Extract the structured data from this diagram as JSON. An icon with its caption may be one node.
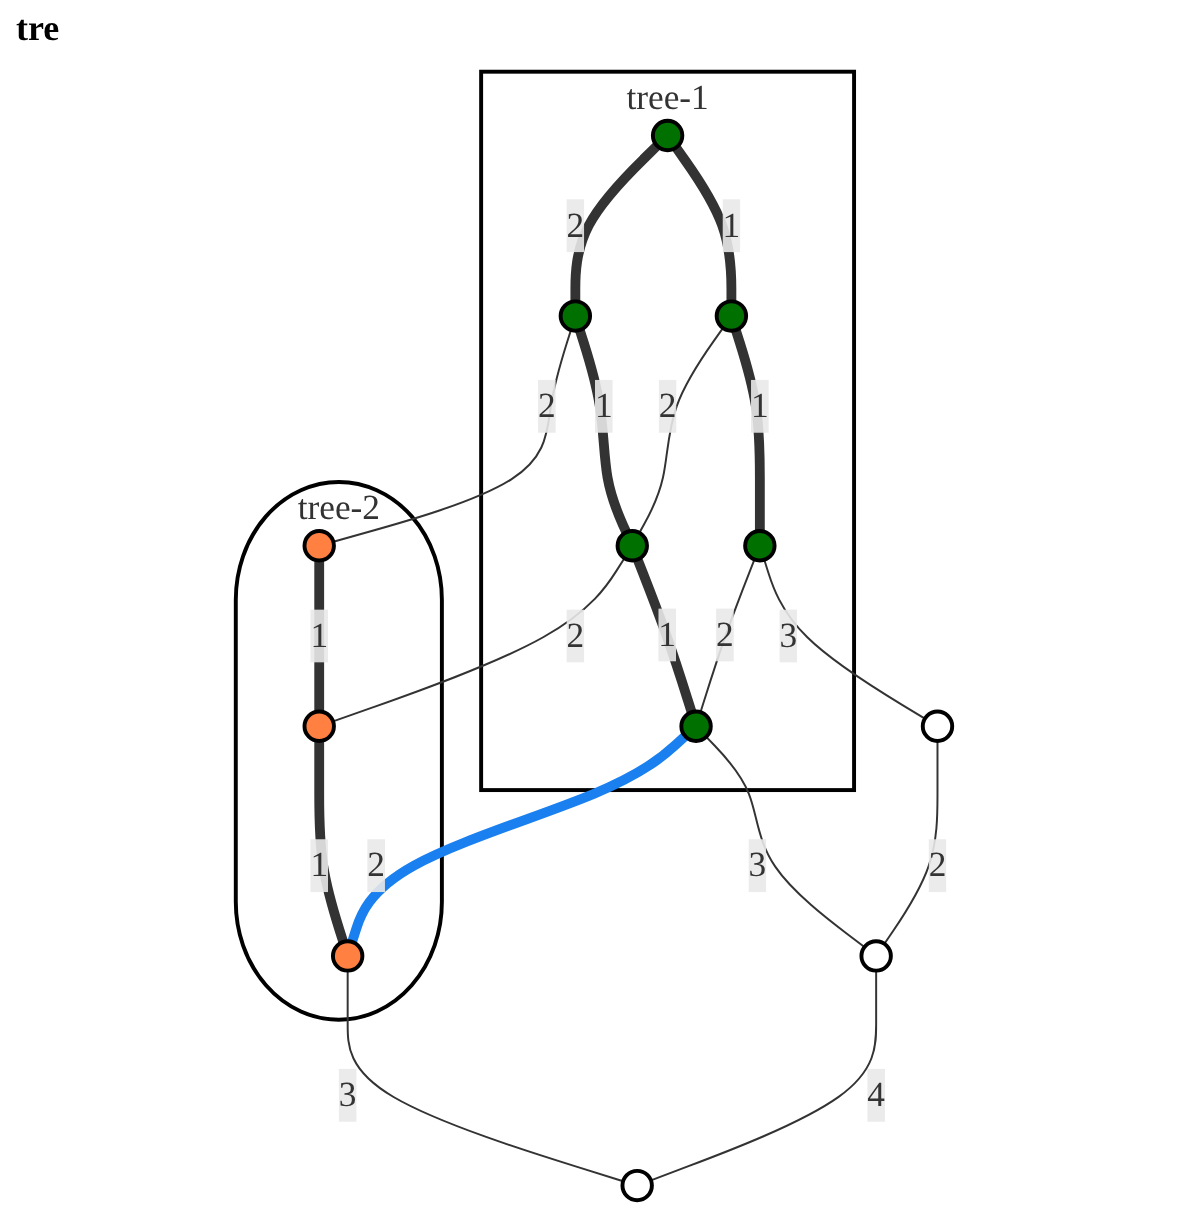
{
  "diagram": {
    "nodes": [
      {
        "text": [
          "tree-1"
        ]
      },
      {
        "text": [],
        "shape": "circle",
        "in": 0
      },
      {
        "text": [],
        "shape": "circle",
        "in": 0
      },
      {
        "text": [],
        "shape": "circle",
        "in": 0
      },
      {
        "text": [],
        "shape": "circle",
        "in": 0
      },
      {
        "text": [],
        "shape": "circle",
        "in": 0
      },
      {
        "text": [],
        "shape": "circle",
        "in": 0
      },
      {
        "text": [
          "tree-2"
        ]
      },
      {
        "text": [],
        "shape": "circle",
        "in": 7
      },
      {
        "text": [],
        "shape": "circle",
        "in": 7
      },
      {
        "text": [],
        "shape": "circle",
        "in": 7
      },
      {
        "text": [],
        "shape": "circle"
      },
      {
        "text": [],
        "shape": "circle"
      },
      {
        "text": [],
        "shape": "circle"
      }
    ],
    "edges": [
      {
        "from": 1,
        "to": 2,
        "arrow": "none",
        "label": "2",
        "style": "thick"
      },
      {
        "from": 2,
        "to": 8,
        "arrow": "none",
        "label": "2"
      },
      {
        "from": 1,
        "to": 3,
        "arrow": "none",
        "label": "1",
        "style": "thick"
      },
      {
        "from": 2,
        "to": 4,
        "arrow": "none",
        "label": "1",
        "style": "thick"
      },
      {
        "from": 8,
        "to": 9,
        "arrow": "none",
        "label": "1",
        "style": "thick"
      },
      {
        "from": 3,
        "to": 4,
        "arrow": "none",
        "label": "2"
      },
      {
        "from": 4,
        "to": 9,
        "arrow": "none",
        "label": "2"
      },
      {
        "from": 3,
        "to": 5,
        "arrow": "none",
        "label": "1",
        "style": "thick"
      },
      {
        "from": 4,
        "to": 6,
        "arrow": "none",
        "label": "1",
        "style": "thick"
      },
      {
        "from": 9,
        "to": 10,
        "arrow": "none",
        "label": "1",
        "style": "thick"
      },
      {
        "from": 5,
        "to": 6,
        "arrow": "none",
        "label": "2"
      },
      {
        "from": 6,
        "to": 10,
        "arrow": "none",
        "label": "2",
        "style": "thick",
        "color": "#1a80f0"
      },
      {
        "from": 5,
        "to": 11,
        "arrow": "none",
        "label": "3"
      },
      {
        "from": 6,
        "to": 12,
        "arrow": "none",
        "label": "3"
      },
      {
        "from": 10,
        "to": 13,
        "arrow": "none",
        "label": "3"
      },
      {
        "from": 11,
        "to": 12,
        "arrow": "none",
        "label": "2"
      },
      {
        "from": 12,
        "to": 13,
        "arrow": "none",
        "label": "4"
      }
    ],
    "labels": [
      "tre"
    ]
  }
}
